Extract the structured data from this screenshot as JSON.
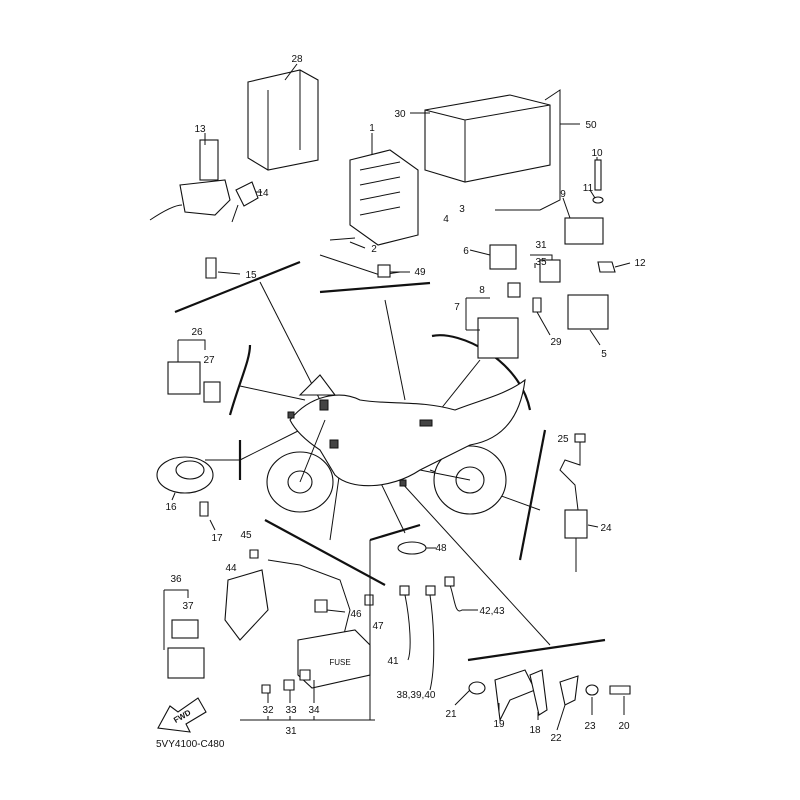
{
  "diagram": {
    "title": "Electrical parts diagram",
    "drawing_code": "5VY4100-C480",
    "fwd_label": "FWD",
    "fuse_label": "FUSE",
    "callouts": [
      "28",
      "1",
      "30",
      "50",
      "13",
      "14",
      "10",
      "11",
      "9",
      "4",
      "3",
      "2",
      "31",
      "35",
      "6",
      "12",
      "15",
      "49",
      "8",
      "7",
      "29",
      "5",
      "26",
      "27",
      "25",
      "24",
      "16",
      "17",
      "45",
      "48",
      "44",
      "36",
      "37",
      "46",
      "47",
      "42,43",
      "41",
      "38,39,40",
      "21",
      "19",
      "18",
      "22",
      "23",
      "20",
      "32",
      "33",
      "34",
      "31"
    ]
  }
}
